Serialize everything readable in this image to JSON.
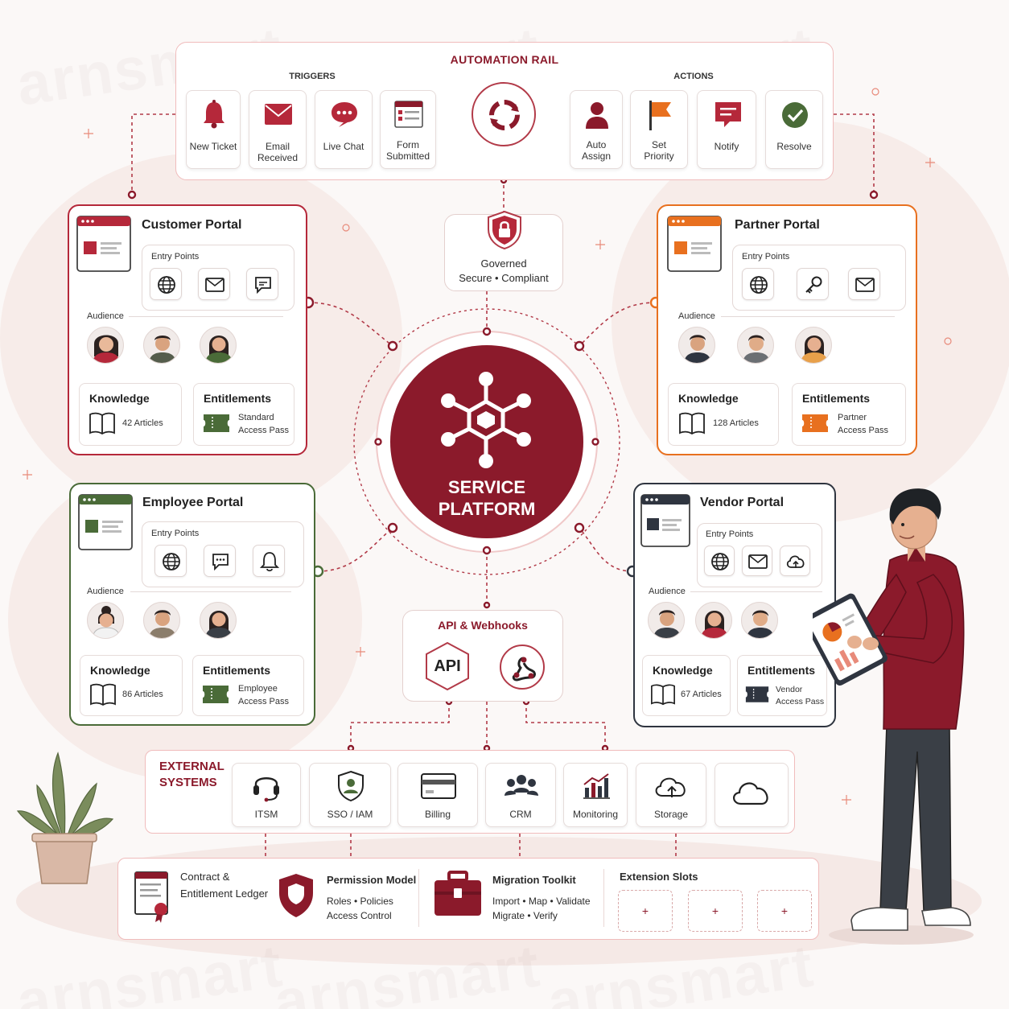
{
  "watermark": "arnsmart",
  "colors": {
    "primary": "#8b1a2b",
    "customer": "#b5283a",
    "partner": "#e8701f",
    "employee": "#4a6b38",
    "vendor": "#2f3540",
    "line": "#b23a48"
  },
  "automation": {
    "title": "AUTOMATION RAIL",
    "triggers_label": "TRIGGERS",
    "actions_label": "ACTIONS",
    "triggers": [
      {
        "line1": "New Ticket",
        "line2": "",
        "icon": "bell-icon"
      },
      {
        "line1": "Email",
        "line2": "Received",
        "icon": "envelope-icon"
      },
      {
        "line1": "Live Chat",
        "line2": "",
        "icon": "chat-bubble-icon"
      },
      {
        "line1": "Form",
        "line2": "Submitted",
        "icon": "form-icon"
      }
    ],
    "hub_icon": "cycle-arrows-icon",
    "actions": [
      {
        "line1": "Auto",
        "line2": "Assign",
        "icon": "person-icon"
      },
      {
        "line1": "Set",
        "line2": "Priority",
        "icon": "flag-icon"
      },
      {
        "line1": "Notify",
        "line2": "",
        "icon": "notification-icon"
      },
      {
        "line1": "Resolve",
        "line2": "",
        "icon": "check-circle-icon"
      }
    ]
  },
  "governed": {
    "line1": "Governed",
    "line2": "Secure • Compliant",
    "icon": "shield-lock-icon"
  },
  "center": {
    "line1": "SERVICE",
    "line2": "PLATFORM",
    "icon": "network-hexagon-icon"
  },
  "api": {
    "title": "API & Webhooks",
    "api_label": "API",
    "webhook_icon": "webhook-icon"
  },
  "labels": {
    "entry_points": "Entry Points",
    "audience": "Audience",
    "knowledge": "Knowledge",
    "entitlements": "Entitlements"
  },
  "portals": {
    "customer": {
      "title": "Customer Portal",
      "articles": "42 Articles",
      "pass_line1": "Standard",
      "pass_line2": "Access Pass",
      "entry_icons": [
        "globe-icon",
        "envelope-icon",
        "chat-icon"
      ]
    },
    "partner": {
      "title": "Partner Portal",
      "articles": "128 Articles",
      "pass_line1": "Partner",
      "pass_line2": "Access Pass",
      "entry_icons": [
        "globe-icon",
        "key-icon",
        "envelope-icon"
      ]
    },
    "employee": {
      "title": "Employee Portal",
      "articles": "86 Articles",
      "pass_line1": "Employee",
      "pass_line2": "Access Pass",
      "entry_icons": [
        "globe-icon",
        "chat-icon",
        "bell-icon"
      ]
    },
    "vendor": {
      "title": "Vendor Portal",
      "articles": "67 Articles",
      "pass_line1": "Vendor",
      "pass_line2": "Access Pass",
      "entry_icons": [
        "globe-icon",
        "envelope-icon",
        "cloud-upload-icon"
      ]
    }
  },
  "external": {
    "title_line1": "EXTERNAL",
    "title_line2": "SYSTEMS",
    "items": [
      {
        "label": "ITSM",
        "icon": "headset-icon"
      },
      {
        "label": "SSO / IAM",
        "icon": "shield-user-icon"
      },
      {
        "label": "Billing",
        "icon": "credit-card-icon"
      },
      {
        "label": "CRM",
        "icon": "people-icon"
      },
      {
        "label": "Monitoring",
        "icon": "bar-chart-icon"
      },
      {
        "label": "Storage",
        "icon": "cloud-upload-icon"
      },
      {
        "label": "",
        "icon": "cloud-icon"
      }
    ]
  },
  "foundation": {
    "ledger_line1": "Contract &",
    "ledger_line2": "Entitlement Ledger",
    "permission_title": "Permission Model",
    "permission_line1": "Roles • Policies",
    "permission_line2": "Access Control",
    "migration_title": "Migration Toolkit",
    "migration_line1": "Import • Map • Validate",
    "migration_line2": "Migrate • Verify",
    "extension_title": "Extension Slots",
    "slot_symbol": "+"
  }
}
